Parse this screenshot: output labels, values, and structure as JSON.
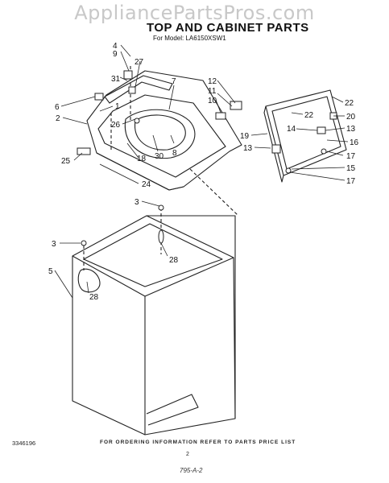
{
  "watermark": "AppliancePartsPros.com",
  "title": "TOP AND CABINET PARTS",
  "model_line": "For Model: LA6150XSW1",
  "footer_note": "FOR ORDERING INFORMATION REFER TO PARTS PRICE LIST",
  "page_number": "2",
  "part_number_code": "3346196",
  "handwritten_code": "795-A-2",
  "callouts": [
    {
      "n": "4"
    },
    {
      "n": "9"
    },
    {
      "n": "27"
    },
    {
      "n": "31"
    },
    {
      "n": "6"
    },
    {
      "n": "1"
    },
    {
      "n": "2"
    },
    {
      "n": "26"
    },
    {
      "n": "7"
    },
    {
      "n": "8"
    },
    {
      "n": "30"
    },
    {
      "n": "18"
    },
    {
      "n": "25"
    },
    {
      "n": "24"
    },
    {
      "n": "12"
    },
    {
      "n": "11"
    },
    {
      "n": "10"
    },
    {
      "n": "19"
    },
    {
      "n": "13"
    },
    {
      "n": "14"
    },
    {
      "n": "22"
    },
    {
      "n": "22"
    },
    {
      "n": "20"
    },
    {
      "n": "13"
    },
    {
      "n": "16"
    },
    {
      "n": "17"
    },
    {
      "n": "15"
    },
    {
      "n": "17"
    },
    {
      "n": "3"
    },
    {
      "n": "28"
    },
    {
      "n": "3"
    },
    {
      "n": "5"
    },
    {
      "n": "28"
    }
  ]
}
